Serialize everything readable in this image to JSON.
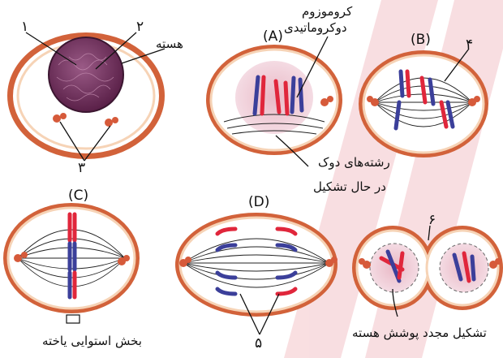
{
  "colors": {
    "cell_outer": "#d2623a",
    "cell_inner": "#f6d3b6",
    "cytoplasm": "#ffffff",
    "chromosome_red": "#e0263b",
    "chromosome_blue": "#3b3f9a",
    "nucleus": "#6c2d5a",
    "centrosome": "#d65a3a",
    "background_stripe": "#f0b9bf"
  },
  "labels": {
    "num1": "۱",
    "num2": "۲",
    "num3": "۳",
    "num4": "۴",
    "num5": "۵",
    "num6": "۶",
    "nucleus": "هسته",
    "chromosome_line1": "کروموزوم",
    "chromosome_line2": "دوکروماتیدی",
    "panelA": "(A)",
    "panelB": "(B)",
    "panelC": "(C)",
    "panelD": "(D)",
    "spindle_line1": "رشته‌های دوک",
    "spindle_line2": "در حال تشکیل",
    "equator": "بخش استوایی یاخته",
    "reform_nucleus": "تشکیل مجدد پوشش هسته"
  }
}
